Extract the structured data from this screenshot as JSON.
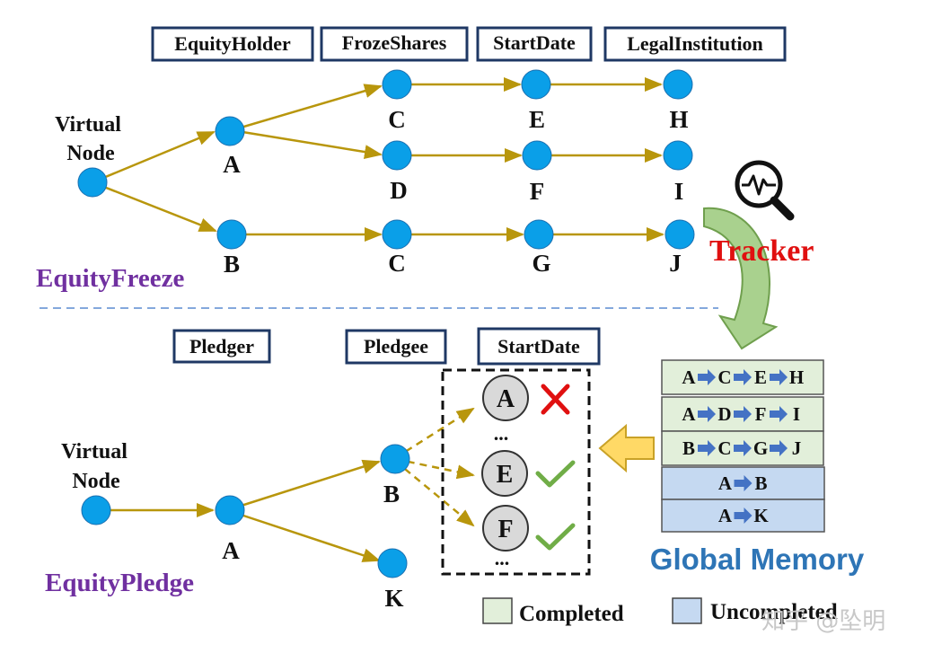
{
  "colors": {
    "node": "#0a9fe8",
    "edge": "#b8960c",
    "header_border": "#1f3864",
    "section_title": "#7030a0",
    "tracker": "#e01010",
    "memory_title": "#2e75b6",
    "completed_fill": "#e2efda",
    "uncompleted_fill": "#c5d9f1",
    "green_arrow": "#a9d18e",
    "yellow_arrow": "#ffd966",
    "blue_arrow": "#4472c4"
  },
  "freeze": {
    "title": "EquityFreeze",
    "headers": [
      "EquityHolder",
      "FrozeShares",
      "StartDate",
      "LegalInstitution"
    ],
    "virtual_node_label": [
      "Virtual",
      "Node"
    ],
    "node_labels": {
      "a": "A",
      "b": "B",
      "c1": "C",
      "d": "D",
      "c2": "C",
      "e": "E",
      "f": "F",
      "g": "G",
      "h": "H",
      "i": "I",
      "j": "J"
    }
  },
  "pledge": {
    "title": "EquityPledge",
    "headers": [
      "Pledger",
      "Pledgee",
      "StartDate"
    ],
    "virtual_node_label": [
      "Virtual",
      "Node"
    ],
    "node_labels": {
      "a": "A",
      "b": "B",
      "k": "K"
    },
    "candidates": [
      {
        "label": "A",
        "status": "cross"
      },
      {
        "label": "E",
        "status": "check"
      },
      {
        "label": "F",
        "status": "check"
      }
    ],
    "ellipsis": "..."
  },
  "tracker": {
    "label": "Tracker",
    "icon": "magnifier-pulse-icon"
  },
  "memory": {
    "title": "Global Memory",
    "rows": [
      {
        "path": [
          "A",
          "C",
          "E",
          "H"
        ],
        "status": "completed"
      },
      {
        "path": [
          "A",
          "D",
          "F",
          "I"
        ],
        "status": "completed"
      },
      {
        "path": [
          "B",
          "C",
          "G",
          "J"
        ],
        "status": "completed"
      },
      {
        "path": [
          "A",
          "B"
        ],
        "status": "uncompleted"
      },
      {
        "path": [
          "A",
          "K"
        ],
        "status": "uncompleted"
      }
    ]
  },
  "legend": {
    "completed": "Completed",
    "uncompleted": "Uncompleted"
  },
  "watermark": "知乎 @坠明"
}
